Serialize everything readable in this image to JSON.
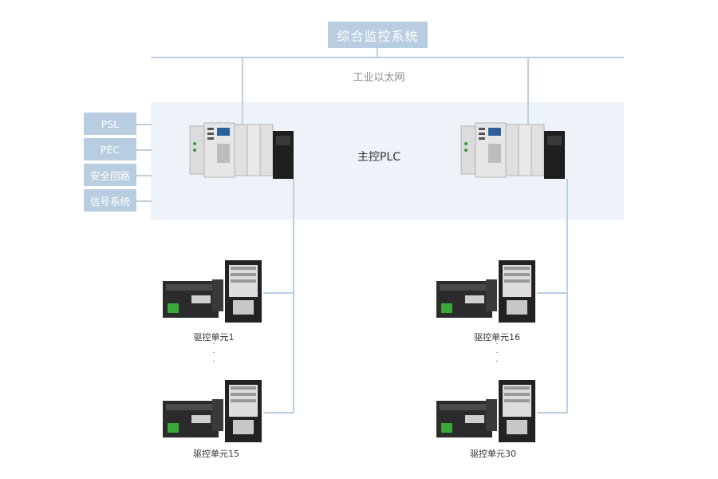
{
  "title": "综合监控系统",
  "network_label": "工业以太网",
  "plc_label": "主控PLC",
  "side_items": [
    {
      "label": "PSL"
    },
    {
      "label": "PEC"
    },
    {
      "label": "安全回路"
    },
    {
      "label": "信号系统"
    }
  ],
  "units": {
    "left_top": "驱控单元1",
    "left_bottom": "驱控单元15",
    "right_top": "驱控单元16",
    "right_bottom": "驱控单元30"
  },
  "colors": {
    "accent": "#b8cde0",
    "line": "#b9cfe2",
    "band": "#edf3f9"
  }
}
